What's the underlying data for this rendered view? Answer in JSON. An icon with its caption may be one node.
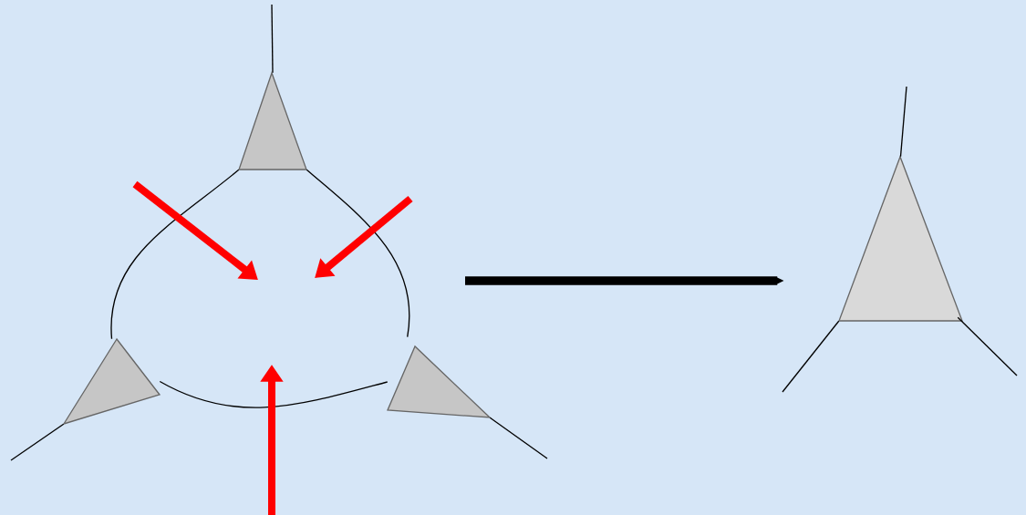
{
  "diagram": {
    "nodes": [
      {
        "text": [],
        "shape": "triangle"
      },
      {
        "text": [],
        "shape": "triangle"
      },
      {
        "text": [],
        "shape": "triangle"
      },
      {
        "text": [],
        "shape": "triangle"
      }
    ],
    "edges": [
      {
        "from": 0,
        "to": 1,
        "arrow": "none"
      },
      {
        "from": 0,
        "to": 2,
        "arrow": "none"
      },
      {
        "from": 1,
        "to": 2,
        "arrow": "none"
      },
      {
        "from": 0,
        "to": null,
        "arrow": "none"
      },
      {
        "from": 1,
        "to": null,
        "arrow": "none"
      },
      {
        "from": 2,
        "to": null,
        "arrow": "none"
      },
      {
        "from": null,
        "to": 3,
        "arrow": "to",
        "style": "thick"
      },
      {
        "from": 3,
        "to": null,
        "arrow": "none"
      },
      {
        "from": 3,
        "to": null,
        "arrow": "none"
      },
      {
        "from": 3,
        "to": null,
        "arrow": "none"
      }
    ]
  }
}
